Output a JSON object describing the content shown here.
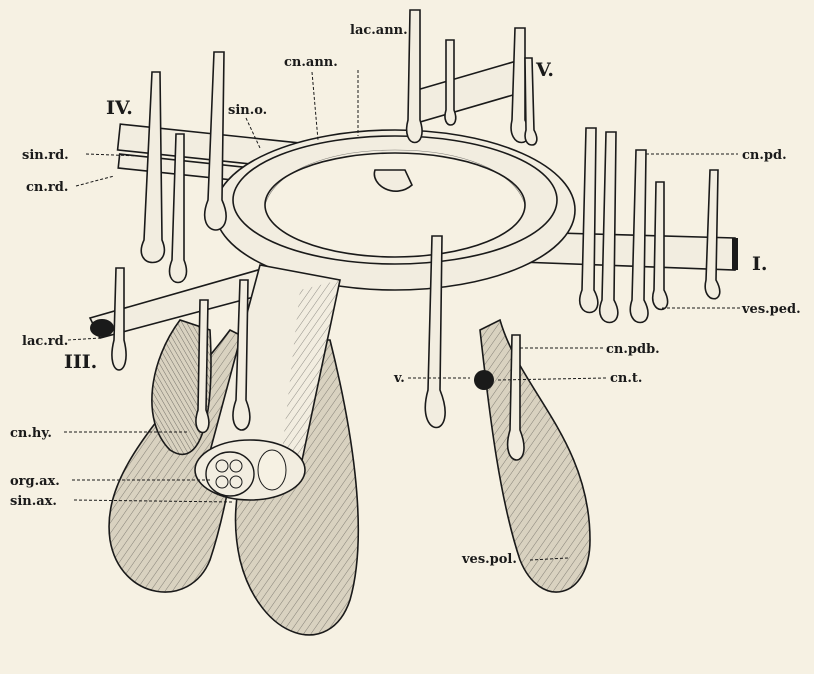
{
  "figure": {
    "arm_labels": {
      "I": "I.",
      "III": "III.",
      "IV": "IV.",
      "V": "V."
    },
    "labels": {
      "lac_ann": "lac.ann.",
      "cn_ann": "cn.ann.",
      "sin_o": "sin.o.",
      "sin_rd": "sin.rd.",
      "cn_rd": "cn.rd.",
      "cn_pd": "cn.pd.",
      "ves_ped": "ves.ped.",
      "lac_rd": "lac.rd.",
      "cn_pdb": "cn.pdb.",
      "v": "v.",
      "cn_t": "cn.t.",
      "cn_hy": "cn.hy.",
      "org_ax": "org.ax.",
      "sin_ax": "sin.ax.",
      "ves_pol": "ves.pol."
    }
  },
  "colors": {
    "paper": "#f6f1e3",
    "ink": "#1a1a1a"
  }
}
